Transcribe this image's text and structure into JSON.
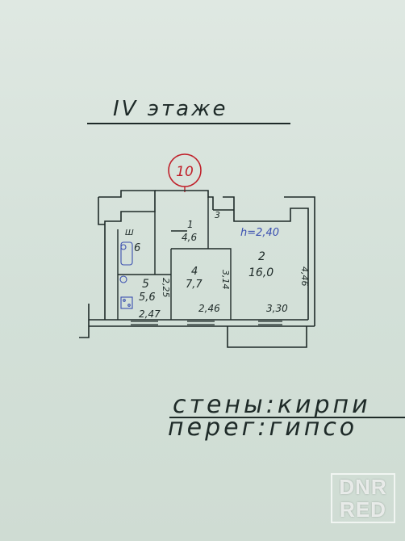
{
  "header": {
    "floor_title": "IV этаже"
  },
  "plan": {
    "apartment_number": "10",
    "ceiling_height_label": "h=2,40",
    "rooms": [
      {
        "number": "1",
        "area": "4,6"
      },
      {
        "number": "2",
        "area": "16,0"
      },
      {
        "number": "3",
        "area": ""
      },
      {
        "number": "4",
        "area": "7,7"
      },
      {
        "number": "5",
        "area": "5,6"
      },
      {
        "number": "6",
        "area": ""
      }
    ],
    "dimensions": [
      "2,47",
      "2,46",
      "3,30",
      "3,14",
      "4,46",
      "2,25"
    ],
    "fixture_label": "Ш"
  },
  "notes": {
    "walls": "стены:кирпи",
    "partitions": "перег:гипсо"
  },
  "watermark": {
    "line1": "DNR",
    "line2": "RED"
  },
  "colors": {
    "ink": "#1e2a28",
    "blue_ink": "#3a4fb0",
    "red_ink": "#c0202a",
    "paper": "#d6e2da"
  }
}
